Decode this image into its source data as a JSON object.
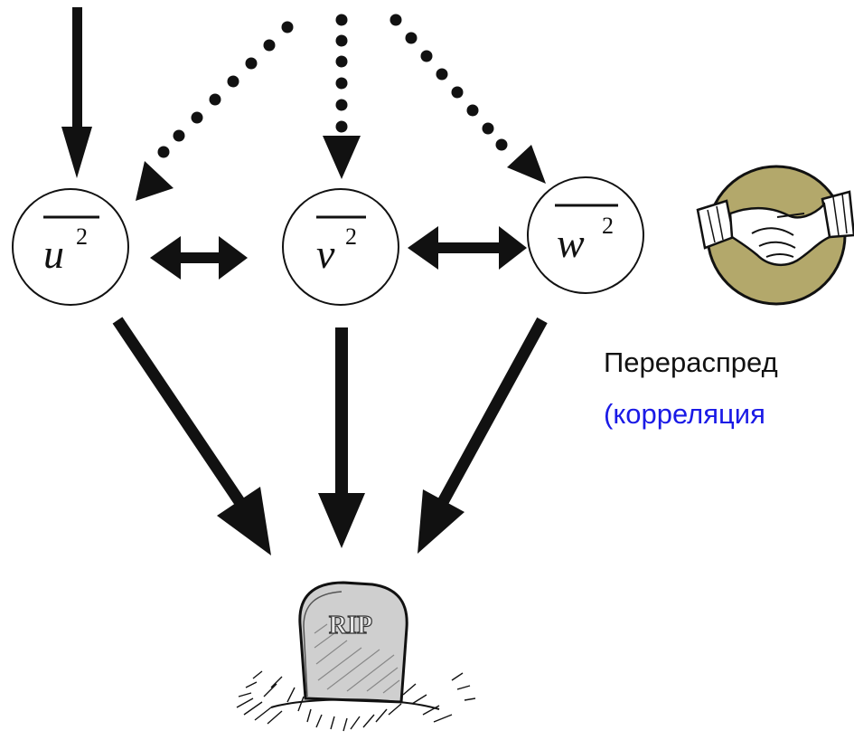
{
  "nodes": [
    {
      "id": "u",
      "symbol": "u",
      "exponent": "2"
    },
    {
      "id": "v",
      "symbol": "v",
      "exponent": "2"
    },
    {
      "id": "w",
      "symbol": "w",
      "exponent": "2"
    }
  ],
  "captions": {
    "redistribution": "Перераспред",
    "correlation": "(корреляция"
  },
  "tombstone": {
    "inscription": "RIP"
  },
  "colors": {
    "correlation_text": "#1a1ae6",
    "handshake_badge": "#b3a86b",
    "stroke": "#111111"
  },
  "icons": {
    "handshake": "handshake-icon",
    "tombstone": "tombstone-rip-icon"
  }
}
